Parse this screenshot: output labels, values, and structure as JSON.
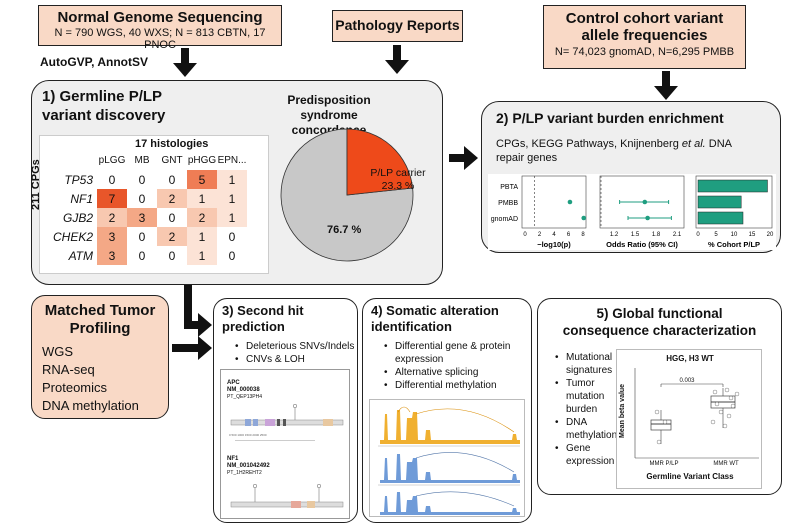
{
  "top": {
    "sequencing_title": "Normal Genome Sequencing",
    "sequencing_sub": "N = 790 WGS, 40 WXS; N = 813 CBTN, 17 PNOC",
    "tools": "AutoGVP, AnnotSV",
    "pathology": "Pathology Reports",
    "control_title_1": "Control cohort variant",
    "control_title_2": "allele frequencies",
    "control_sub": "N= 74,023 gnomAD, N=6,295 PMBB"
  },
  "panel1": {
    "title_1": "1) Germline P/LP",
    "title_2": "variant discovery",
    "histologies": "17 histologies",
    "cpgs": "211 CPGs",
    "columns": [
      "pLGG",
      "MB",
      "GNT",
      "pHGG",
      "EPN..."
    ],
    "rows": [
      {
        "gene": "TP53",
        "values": [
          "0",
          "0",
          "0",
          "5",
          "1"
        ]
      },
      {
        "gene": "NF1",
        "values": [
          "7",
          "0",
          "2",
          "1",
          "1"
        ]
      },
      {
        "gene": "GJB2",
        "values": [
          "2",
          "3",
          "0",
          "2",
          "1"
        ]
      },
      {
        "gene": "CHEK2",
        "values": [
          "3",
          "0",
          "2",
          "1",
          "0"
        ]
      },
      {
        "gene": "ATM",
        "values": [
          "3",
          "0",
          "0",
          "1",
          "0"
        ]
      }
    ],
    "concordance_1": "Predisposition syndrome",
    "concordance_2": "concordance",
    "carrier_label": "P/LP carrier",
    "carrier_pct": "23.3 %",
    "noncarrier_pct": "76.7 %",
    "pie": {
      "carrier": 23.3,
      "noncarrier": 76.7,
      "carrier_color": "#ee4a1a",
      "noncarrier_color": "#c8c8c8"
    }
  },
  "panel2": {
    "title": "2) P/LP variant burden enrichment",
    "desc_1": "CPGs, KEGG Pathways, Knijnenberg",
    "desc_etal": "et al.",
    "desc_2": "DNA",
    "desc_3": "repair genes",
    "cohorts": [
      "PBTA",
      "PMBB",
      "gnomAD"
    ],
    "xlabel1": "−log10(p)",
    "xlabel2": "Odds Ratio (95% CI)",
    "xlabel3": "% Cohort P/LP",
    "ticks1": [
      "0",
      "2",
      "4",
      "6",
      "8"
    ],
    "ticks2": [
      "1.2",
      "1.5",
      "1.8",
      "2.1"
    ],
    "ticks3": [
      "0",
      "5",
      "10",
      "15",
      "20"
    ],
    "neglog10p": {
      "PMBB": 6.2,
      "gnomAD": 8.1
    },
    "odds_ratio": {
      "PMBB": {
        "est": 1.64,
        "lo": 1.28,
        "hi": 1.98
      },
      "gnomAD": {
        "est": 1.68,
        "lo": 1.4,
        "hi": 2.02
      }
    },
    "pct_cohort": {
      "PBTA": 19.3,
      "PMBB": 12.0,
      "gnomAD": 12.5
    },
    "accent": "#1f9e80"
  },
  "tumor": {
    "title_1": "Matched Tumor",
    "title_2": "Profiling",
    "items": [
      "WGS",
      "RNA-seq",
      "Proteomics",
      "DNA methylation"
    ]
  },
  "panel3": {
    "title_1": "3) Second hit",
    "title_2": "prediction",
    "bullets": [
      "Deleterious SNVs/Indels",
      "CNVs & LOH"
    ],
    "gene1": "APC",
    "tx1": "NM_000038",
    "sample1": "PT_QEP13PH4",
    "gene2": "NF1",
    "tx2": "NM_001042492",
    "sample2": "PT_1H2REHT2"
  },
  "panel4": {
    "title_1": "4) Somatic alteration",
    "title_2": "identification",
    "bullets": [
      "Differential gene & protein expression",
      "Alternative splicing",
      "Differential methylation"
    ]
  },
  "panel5": {
    "title_1": "5) Global functional",
    "title_2": "consequence characterization",
    "bullets": [
      "Mutational signatures",
      "Tumor mutation burden",
      "DNA methylation",
      "Gene expression"
    ],
    "plot_title": "HGG, H3 WT",
    "ylabel": "Mean beta value",
    "xlabel": "Germline Variant Class",
    "groups": [
      "MMR P/LP",
      "MMR WT"
    ],
    "pvalue": "0.003"
  }
}
